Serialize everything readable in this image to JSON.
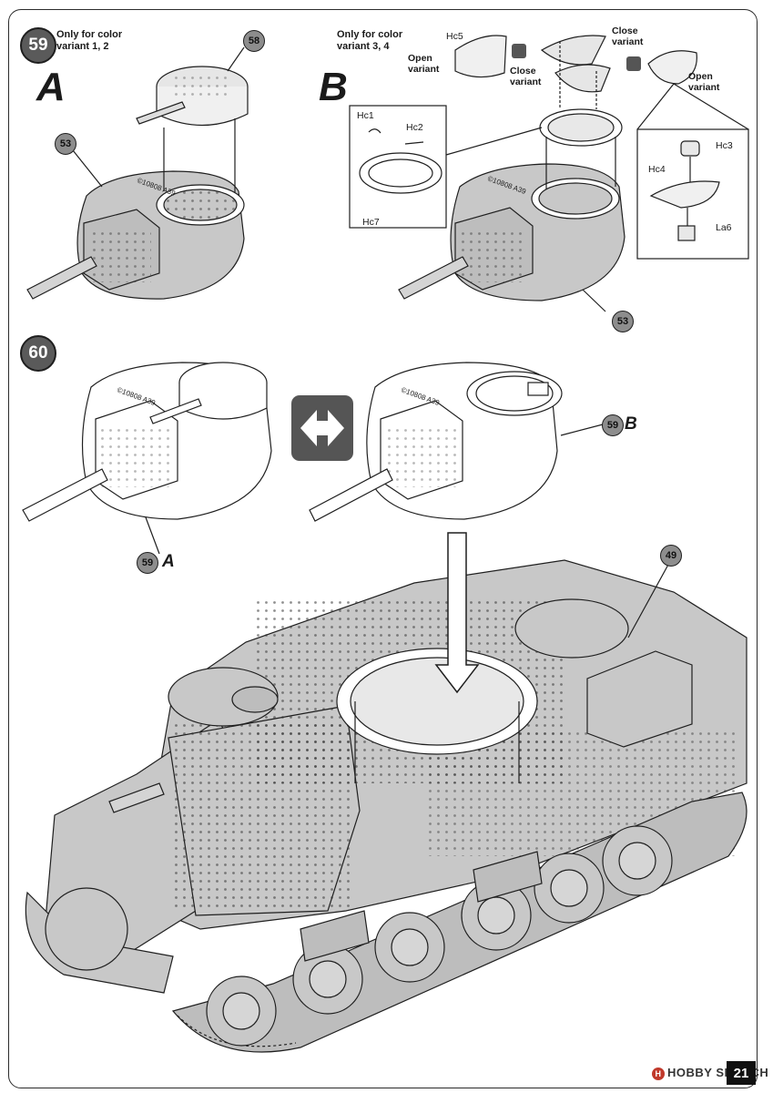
{
  "steps": {
    "s59": {
      "number": "59",
      "note": "Only for color variant 1, 2",
      "letter_a": "A",
      "letter_b": "B",
      "note_b": "Only for color variant 3, 4"
    },
    "s60": {
      "number": "60"
    }
  },
  "callouts": {
    "c58": "58",
    "c53a": "53",
    "c53b": "53",
    "c49": "49",
    "ref59a_num": "59",
    "ref59a_letter": "A",
    "ref59b_num": "59",
    "ref59b_letter": "B"
  },
  "parts": {
    "hc1": "Hc1",
    "hc2": "Hc2",
    "hc7": "Hc7",
    "hc5": "Hc5",
    "hc3": "Hc3",
    "hc4": "Hc4",
    "la6": "La6",
    "open_variant_1": "Open variant",
    "close_variant_1": "Close variant",
    "close_variant_2": "Close variant",
    "open_variant_2": "Open variant"
  },
  "footer": {
    "watermark": "HOBBY SEARCH",
    "page": "21"
  },
  "colors": {
    "part_gray": "#c8c8c8",
    "line": "#1f1f1f",
    "callout": "#8d8d8d"
  }
}
